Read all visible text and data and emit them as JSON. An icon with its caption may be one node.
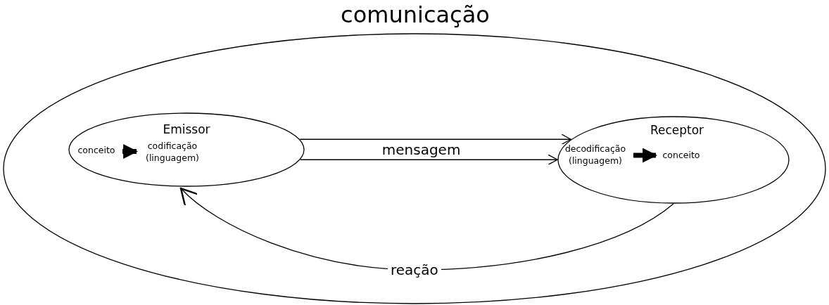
{
  "diagram": {
    "nodes": [
      {
        "text": [
          "comunicação"
        ]
      },
      {
        "text": [
          "Emissor"
        ],
        "in": 0
      },
      {
        "text": [
          "conceito"
        ],
        "in": 1
      },
      {
        "text": [
          "codificação (linguagem)"
        ],
        "in": 1
      },
      {
        "text": [
          "Receptor"
        ],
        "in": 0
      },
      {
        "text": [
          "decodificação (linguagem)"
        ],
        "in": 4
      },
      {
        "text": [
          "conceito"
        ],
        "in": 4
      }
    ],
    "edges": [
      {
        "from": 2,
        "to": 3,
        "arrow": "to",
        "style": "thick"
      },
      {
        "from": 1,
        "to": 4,
        "arrow": "to",
        "label": "mensagem"
      },
      {
        "from": 1,
        "to": 4,
        "arrow": "to"
      },
      {
        "from": 5,
        "to": 6,
        "arrow": "to",
        "style": "thick"
      },
      {
        "from": 4,
        "to": 1,
        "arrow": "to",
        "label": "reação"
      }
    ]
  }
}
